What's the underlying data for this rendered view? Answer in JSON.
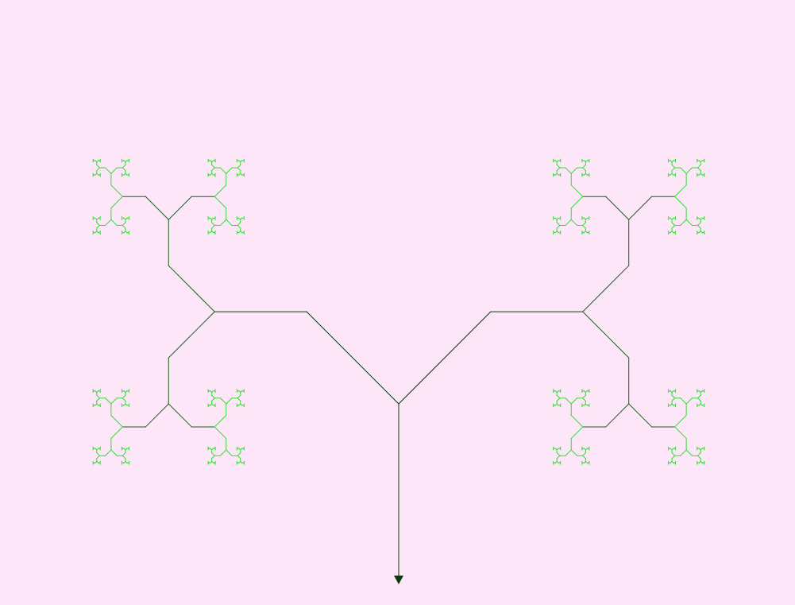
{
  "diagram": {
    "kind": "fractal-tree",
    "background_color": "#fce6f8",
    "trunk_color": "#0c3a0c",
    "inner_branch_color": "#1e5e1e",
    "leaf_color": "#33dd33",
    "trunk_direction": "down",
    "arrowhead_on_trunk": true,
    "branch_angle_degrees": 45,
    "segments_per_branch": 2,
    "length_ratio": 0.5,
    "recursion_depth": 8
  }
}
